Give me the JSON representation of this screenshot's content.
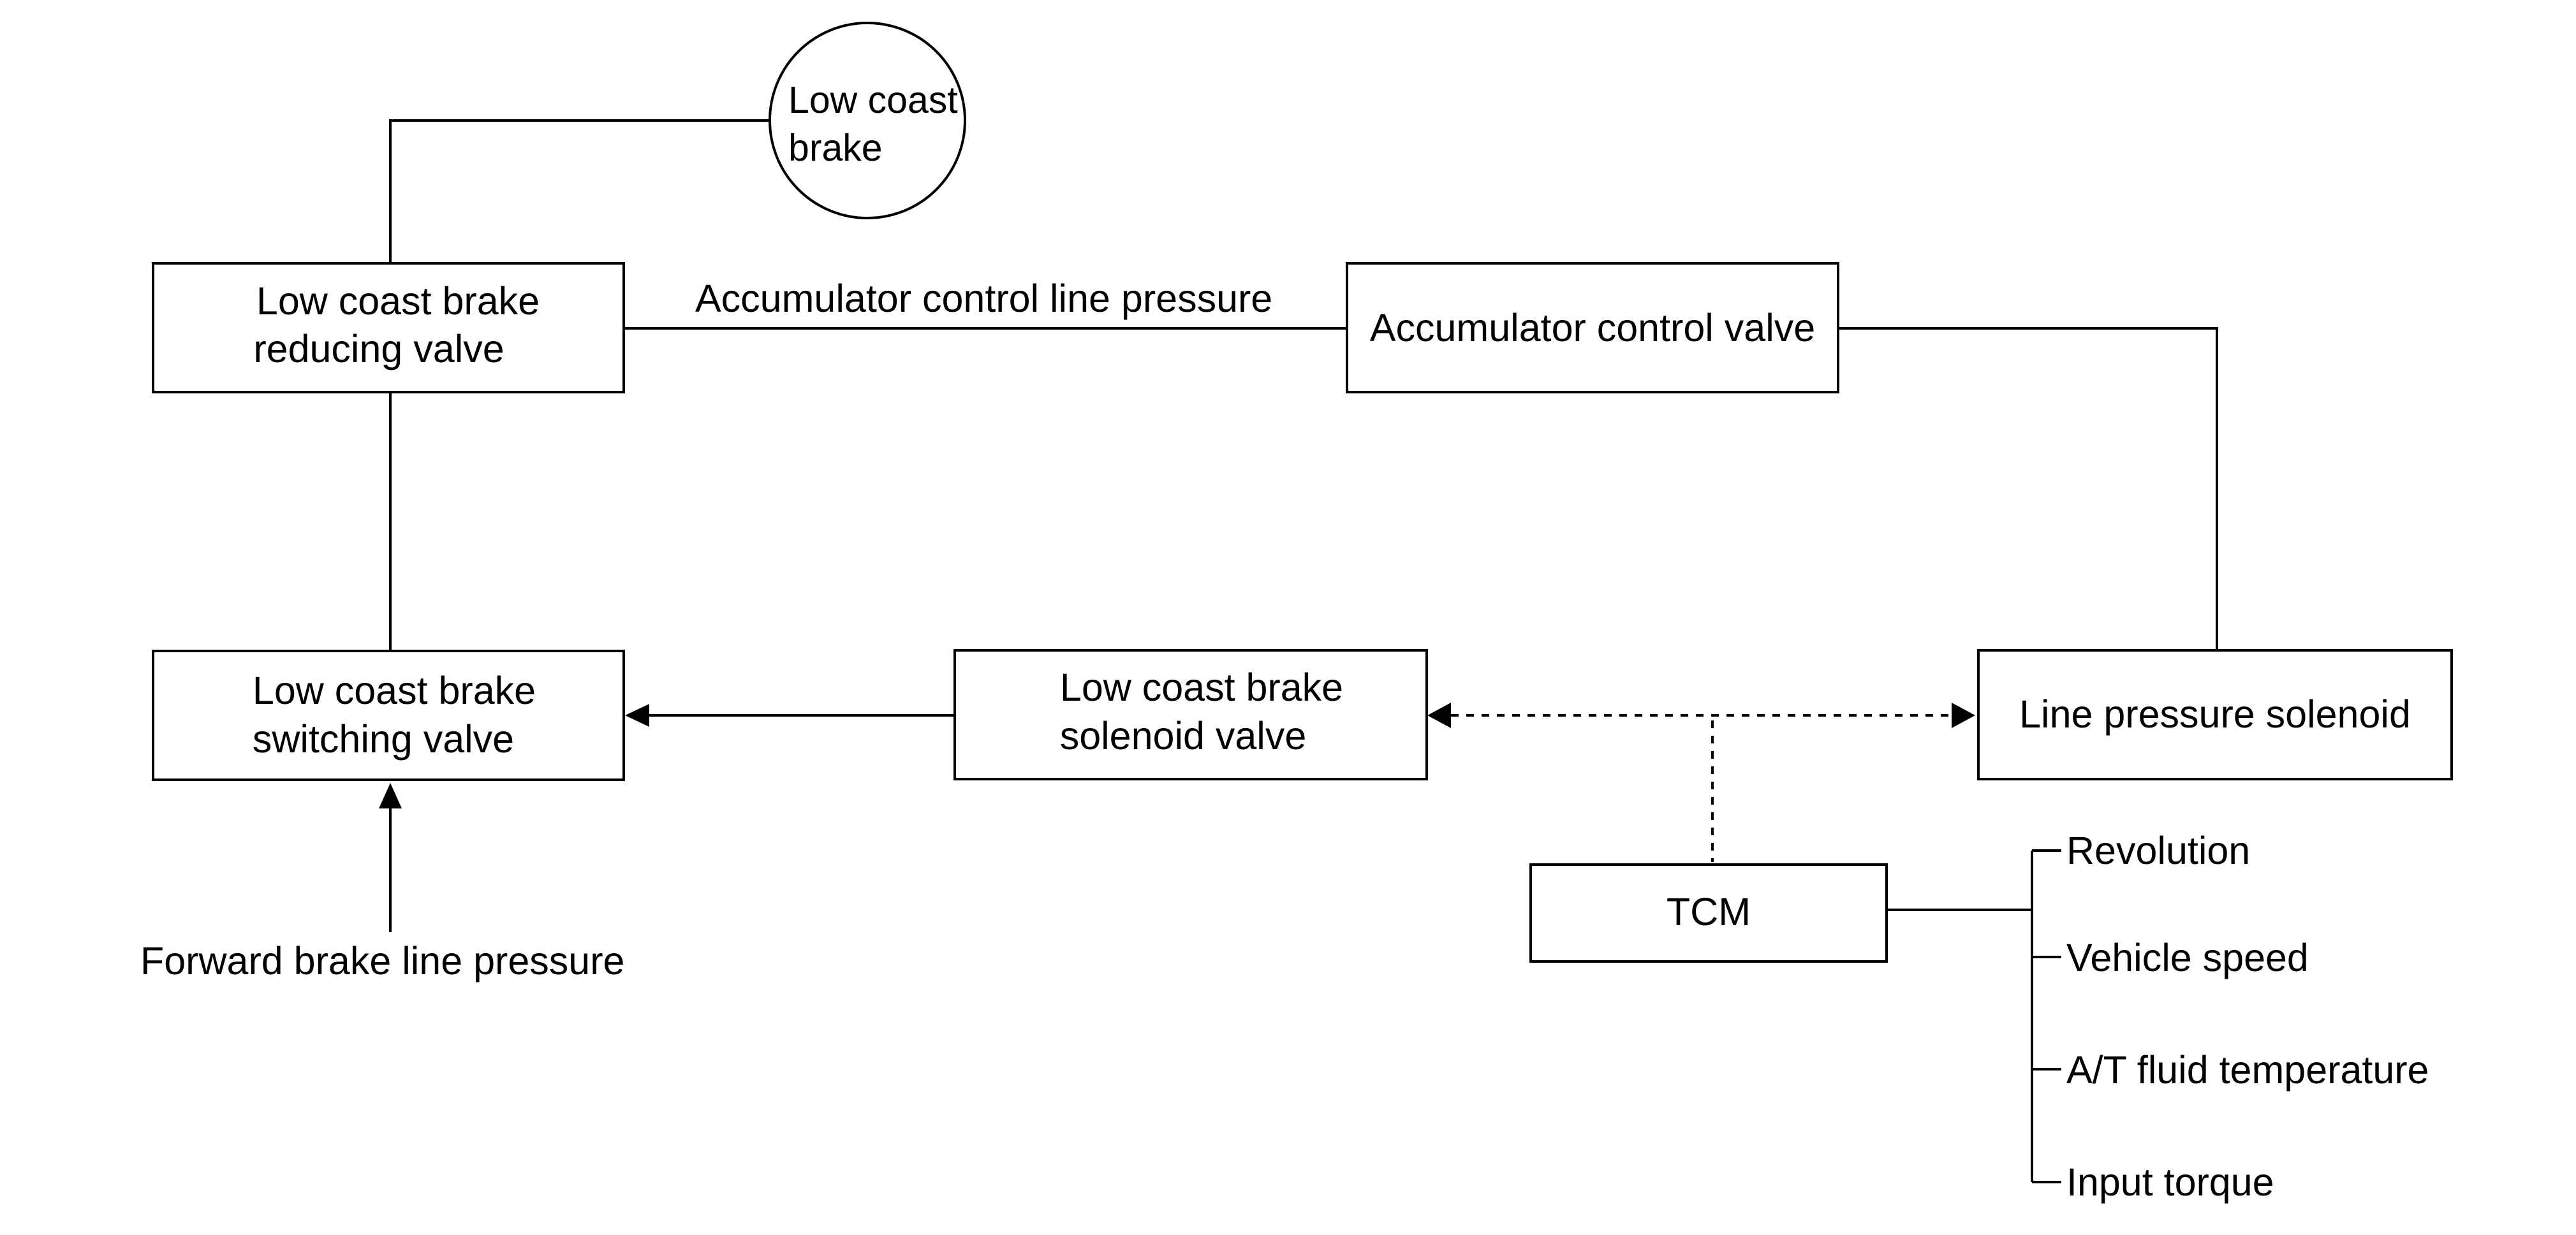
{
  "diagram": {
    "nodes": {
      "low_coast_brake": {
        "line1": "Low coast",
        "line2": "brake"
      },
      "reducing_valve": {
        "line1": "Low coast brake",
        "line2": "reducing valve"
      },
      "accumulator_control_valve": {
        "label": "Accumulator control valve"
      },
      "switching_valve": {
        "line1": "Low coast brake",
        "line2": "switching valve"
      },
      "solenoid_valve": {
        "line1": "Low coast brake",
        "line2": "solenoid valve"
      },
      "line_pressure_solenoid": {
        "label": "Line pressure solenoid"
      },
      "tcm": {
        "label": "TCM"
      }
    },
    "line_labels": {
      "accumulator_control_line_pressure": "Accumulator control line pressure",
      "forward_brake_line_pressure": "Forward brake line pressure"
    },
    "tcm_inputs": [
      "Revolution",
      "Vehicle speed",
      "A/T fluid temperature",
      "Input torque"
    ]
  }
}
